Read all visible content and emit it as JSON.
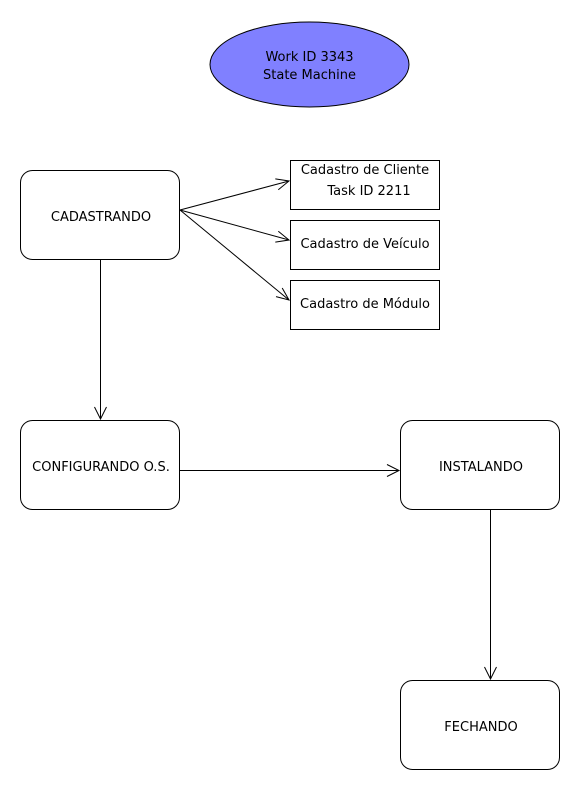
{
  "title": {
    "line1": "Work ID 3343",
    "line2": "State Machine",
    "fill_color": "#8080ff"
  },
  "states": [
    {
      "id": "cadastrando",
      "label": "CADASTRANDO"
    },
    {
      "id": "configurando",
      "label": "CONFIGURANDO O.S."
    },
    {
      "id": "instalando",
      "label": "INSTALANDO"
    },
    {
      "id": "fechando",
      "label": "FECHANDO"
    }
  ],
  "tasks": [
    {
      "id": "cliente",
      "line1": "Cadastro de Cliente",
      "line2": "Task ID 2211"
    },
    {
      "id": "veiculo",
      "line1": "Cadastro de Veículo"
    },
    {
      "id": "modulo",
      "line1": "Cadastro de Módulo"
    }
  ],
  "transitions": [
    {
      "from": "cadastrando",
      "to": "configurando"
    },
    {
      "from": "configurando",
      "to": "instalando"
    },
    {
      "from": "instalando",
      "to": "fechando"
    },
    {
      "from": "cadastrando",
      "to": "cliente"
    },
    {
      "from": "cadastrando",
      "to": "veiculo"
    },
    {
      "from": "cadastrando",
      "to": "modulo"
    }
  ]
}
